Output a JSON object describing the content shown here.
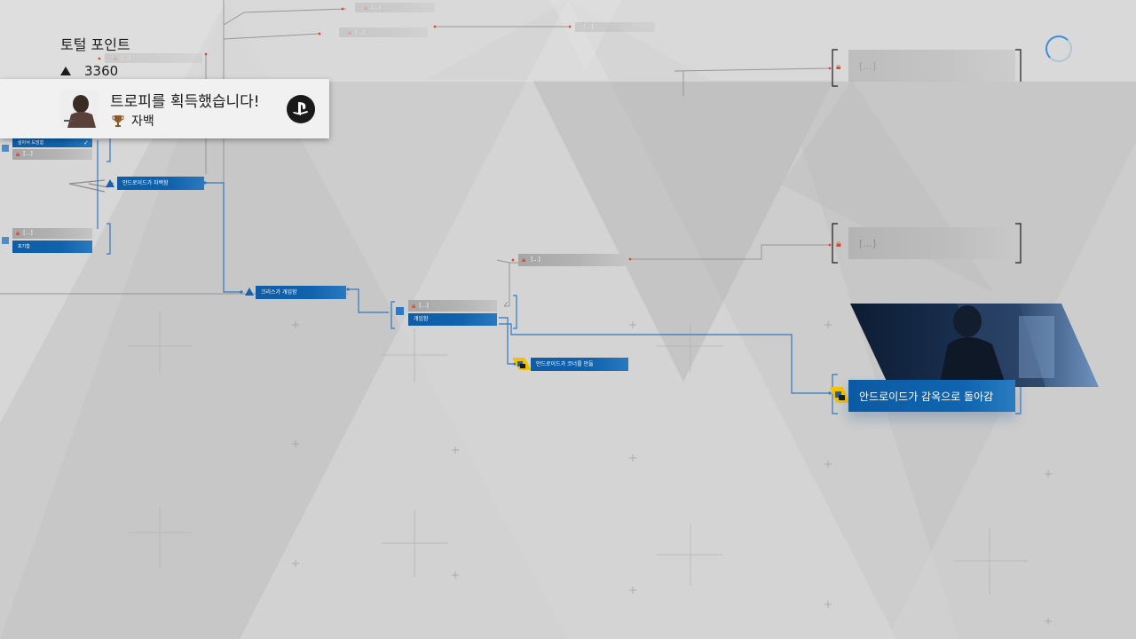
{
  "total": {
    "label": "토털 포인트",
    "value": "3360"
  },
  "toast": {
    "title": "트로피를 획득했습니다!",
    "trophy_name": "자백",
    "avatar_caption": "● | "
  },
  "nodes": {
    "top_locked_1": "[...]",
    "top_locked_2": "[...]",
    "top_locked_3": "[...]",
    "top_locked_4": "[...]",
    "left_cleared": "살아서 도망함",
    "left_locked_a": "[...]",
    "left_locked_b": "[...]",
    "left_named": "포기함",
    "android_confess": "안드로이드가 자백함",
    "chris_intervene": "크리스가 개입함",
    "center_locked": "[...]",
    "center_named": "개입함",
    "mid_locked": "[...]",
    "android_corner": "안드로이드가 코너를 만듦",
    "right_locked_1": "[...]",
    "right_locked_2": "[...]",
    "final": "안드로이드가 감옥으로 돌아감"
  },
  "colors": {
    "accent_blue": "#0f62ad",
    "lock_red": "#e24a2c",
    "unlock_yellow": "#f2c200"
  }
}
